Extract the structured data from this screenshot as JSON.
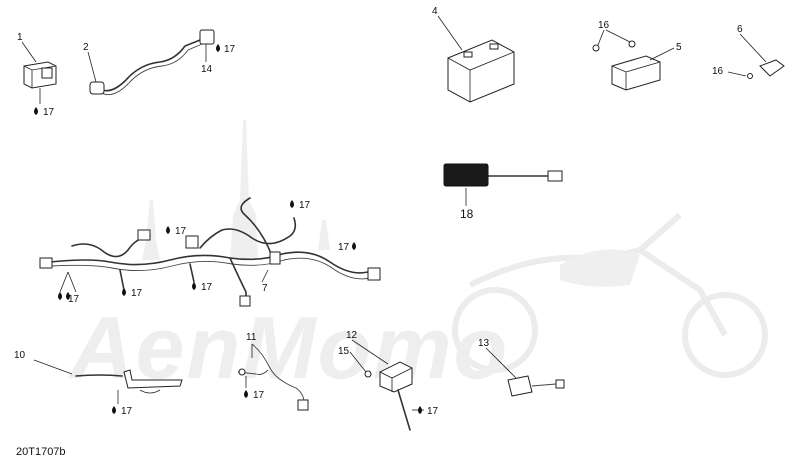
{
  "diagram": {
    "reference_code": "20T1707b",
    "watermark_text": "AenMomo",
    "part_labels": [
      {
        "key": "p1",
        "text": "1"
      },
      {
        "key": "p2",
        "text": "2"
      },
      {
        "key": "p4",
        "text": "4"
      },
      {
        "key": "p5",
        "text": "5"
      },
      {
        "key": "p6",
        "text": "6"
      },
      {
        "key": "p7",
        "text": "7"
      },
      {
        "key": "p10",
        "text": "10"
      },
      {
        "key": "p11",
        "text": "11"
      },
      {
        "key": "p12",
        "text": "12"
      },
      {
        "key": "p13",
        "text": "13"
      },
      {
        "key": "p14",
        "text": "14"
      },
      {
        "key": "p15",
        "text": "15"
      },
      {
        "key": "p16a",
        "text": "16"
      },
      {
        "key": "p16b",
        "text": "16"
      },
      {
        "key": "p18",
        "text": "18"
      }
    ],
    "lubricant_callout": "17",
    "callout_17_a": "17",
    "callout_17_b": "17",
    "callout_17_c": "17",
    "callout_17_d": "17",
    "callout_17_e": "17",
    "callout_17_f": "17",
    "callout_17_g": "17",
    "callout_17_h": "17",
    "callout_17_i": "17",
    "callout_17_j": "17",
    "callout_17_k": "17",
    "callout_17_l": "17"
  }
}
